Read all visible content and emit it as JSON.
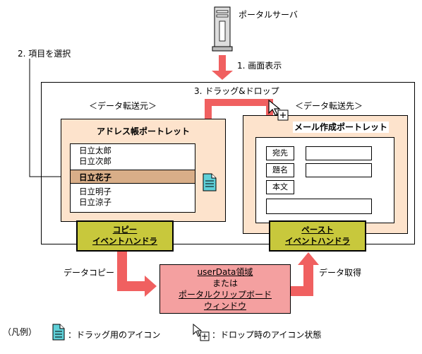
{
  "labels": {
    "server": "ポータルサーバ",
    "step1": "1. 画面表示",
    "step2": "2. 項目を選択",
    "step3": "3. ドラッグ&ドロップ",
    "source_title": "＜データ転送元＞",
    "dest_title": "＜データ転送先＞",
    "address_portlet": "アドレス帳ポートレット",
    "mail_portlet": "メール作成ポートレット",
    "data_copy": "データコピー",
    "data_get": "データ取得"
  },
  "address_list": [
    "日立太郎",
    "日立次郎",
    "日立花子",
    "日立明子",
    "日立涼子"
  ],
  "selected_index": 2,
  "mail_fields": {
    "to": "宛先",
    "subject": "題名",
    "body": "本文"
  },
  "handlers": {
    "copy_line1": "コピー",
    "copy_line2": "イベントハンドラ",
    "paste_line1": "ペースト",
    "paste_line2": "イベントハンドラ"
  },
  "storage": {
    "line1": "userData領域",
    "line2": "または",
    "line3": "ポータルクリップボード",
    "line4": "ウィンドウ"
  },
  "legend": {
    "title": "（凡例）",
    "drag_icon_desc": "：ドラッグ用のアイコン",
    "drop_icon_desc": "：ドロップ時のアイコン状態"
  },
  "colors": {
    "arrow": "#f06060",
    "portlet_bg": "#fde3cc",
    "selected_row": "#d9ae88",
    "handler": "#c8c83c",
    "storage": "#f4a0a0",
    "doc_icon": "#5fd0d8"
  }
}
